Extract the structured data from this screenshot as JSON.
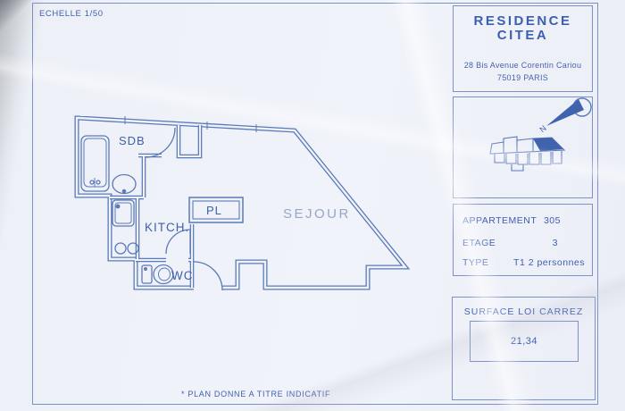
{
  "sheet": {
    "scale_label": "ECHELLE 1/50",
    "footer_note": "* PLAN DONNE A TITRE INDICATIF"
  },
  "title_block": {
    "residence_line1": "RESIDENCE",
    "residence_line2": "CITEA",
    "address_line1": "28 Bis Avenue Corentin Cariou",
    "address_line2": "75019 PARIS"
  },
  "compass": {
    "north_label": "N"
  },
  "apartment_info": {
    "rows": [
      {
        "label": "APPARTEMENT",
        "value": "305"
      },
      {
        "label": "ETAGE",
        "value": "3"
      },
      {
        "label": "TYPE",
        "value": "T1 2 personnes"
      }
    ]
  },
  "surface": {
    "label": "SURFACE LOI CARREZ",
    "value": "21,34"
  },
  "floorplan": {
    "rooms": [
      {
        "id": "sdb",
        "label": "SDB"
      },
      {
        "id": "kitch",
        "label": "KITCH."
      },
      {
        "id": "pl",
        "label": "PL"
      },
      {
        "id": "wc",
        "label": "WC"
      },
      {
        "id": "sejour",
        "label": "SEJOUR"
      }
    ]
  },
  "colors": {
    "wall_line": "#5b7ab8",
    "border": "#7d92c4",
    "text": "#3c5fae",
    "muted_room_label": "#97a5c8",
    "paper": "#f0f2f9",
    "north_fill": "#3f63ad"
  }
}
